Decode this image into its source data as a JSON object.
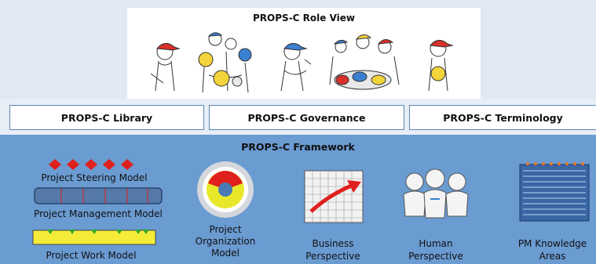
{
  "role_view": {
    "title": "PROPS-C Role View"
  },
  "nav": {
    "library_label": "PROPS-C Library",
    "governance_label": "PROPS-C Governance",
    "terminology_label": "PROPS-C Terminology"
  },
  "framework": {
    "title": "PROPS-C Framework",
    "steering_label": "Project Steering Model",
    "management_label": "Project Management Model",
    "work_label": "Project Work Model",
    "organization_label_1": "Project",
    "organization_label_2": "Organization",
    "organization_label_3": "Model",
    "business_label_1": "Business",
    "business_label_2": "Perspective",
    "human_label_1": "Human",
    "human_label_2": "Perspective",
    "pmk_label_1": "PM Knowledge",
    "pmk_label_2": "Areas"
  },
  "colors": {
    "framework_bg": "#6a9bd1",
    "nav_border": "#5d86b4",
    "steering_diamond": "#e0201c",
    "work_bar": "#f5ec3a",
    "management_bar": "#5579a8"
  }
}
